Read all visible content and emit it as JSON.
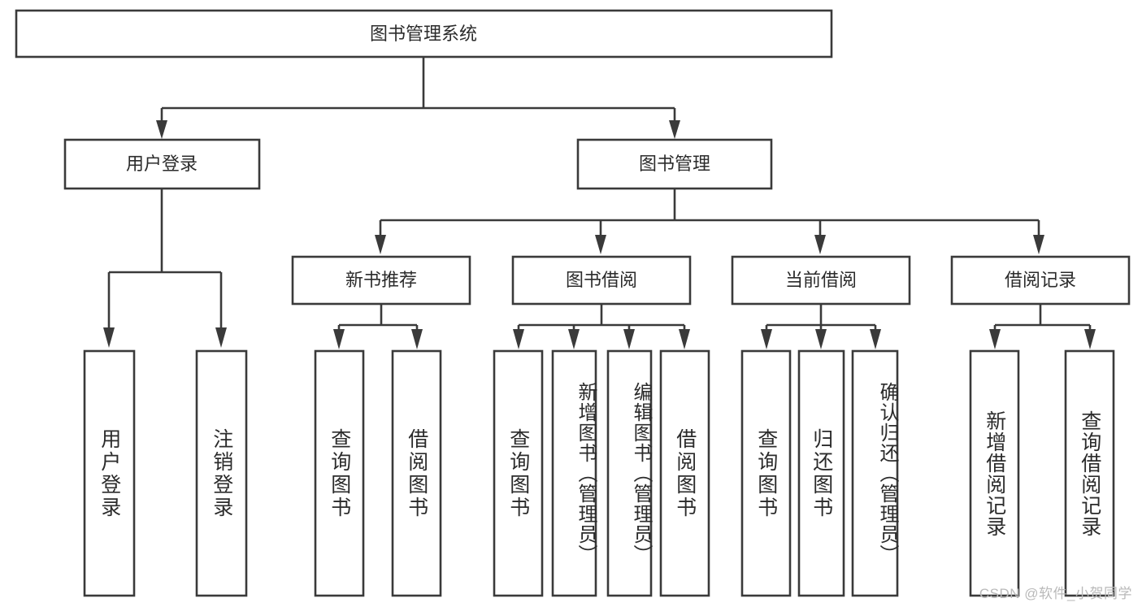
{
  "diagram": {
    "title": "图书管理系统",
    "type": "tree-hierarchy",
    "watermark": "CSDN @软件_小贺同学",
    "colors": {
      "stroke": "#3a3a3a",
      "fill": "#ffffff",
      "text": "#2b2b2b",
      "watermark": "#b9b9b9",
      "background": "#ffffff"
    },
    "root": {
      "label": "图书管理系统"
    },
    "level2": [
      {
        "label": "用户登录"
      },
      {
        "label": "图书管理"
      }
    ],
    "level3": [
      {
        "label": "新书推荐"
      },
      {
        "label": "图书借阅"
      },
      {
        "label": "当前借阅"
      },
      {
        "label": "借阅记录"
      }
    ],
    "leaves": {
      "user_login": [
        {
          "label": "用户登录"
        },
        {
          "label": "注销登录"
        }
      ],
      "new_book_recommend": [
        {
          "label": "查询图书"
        },
        {
          "label": "借阅图书"
        }
      ],
      "book_borrow": [
        {
          "label": "查询图书"
        },
        {
          "label": "新增图书（管理员）"
        },
        {
          "label": "编辑图书（管理员）"
        },
        {
          "label": "借阅图书"
        }
      ],
      "current_borrow": [
        {
          "label": "查询图书"
        },
        {
          "label": "归还图书"
        },
        {
          "label": "确认归还（管理员）"
        }
      ],
      "borrow_record": [
        {
          "label": "新增借阅记录"
        },
        {
          "label": "查询借阅记录"
        }
      ]
    }
  }
}
